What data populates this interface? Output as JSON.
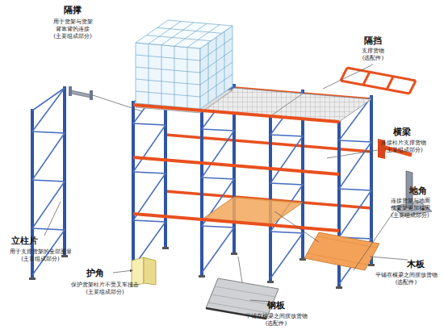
{
  "diagram": {
    "labels": [
      "隔撑",
      "用于货架与货架 背靠背的连接",
      "(主要组成部分)",
      "隔挡",
      "支撑货物",
      "(选配件)",
      "横梁",
      "连接柱片支撑货物",
      "(主要组成部分)",
      "地角",
      "连接货架与地面 使货架更加稳固",
      "(主要组成部分)",
      "立柱片",
      "用于支撑货架的全部重量",
      "(主要组成部分)",
      "护角",
      "保护货架柱片不受叉车撞击",
      "(主要组成部分)",
      "木板",
      "平铺在横梁之间摆放货物",
      "(选配件)",
      "钢板",
      "平铺在横梁之间摆放货物",
      "(选配件)"
    ]
  }
}
